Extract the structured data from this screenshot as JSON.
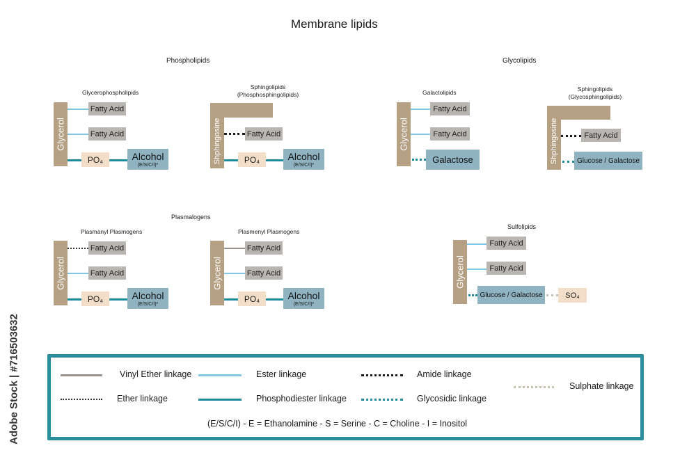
{
  "title": "Membrane lipids",
  "sections": {
    "phospholipids": "Phospholipids",
    "glycolipids": "Glycolipids",
    "plasmalogens": "Plasmalogens",
    "sulfolipids": "Sulfolipids"
  },
  "diagrams": {
    "glycerophospholipids": {
      "title": "Glycerophospholipids",
      "backbone": "Glycerol",
      "fa1": "Fatty Acid",
      "fa2": "Fatty Acid",
      "po4": "PO₄",
      "alcohol": "Alcohol",
      "alcohol_sub": "(E/S/C/I)*"
    },
    "sphingolipids_phospho": {
      "title_line1": "Sphingolipids",
      "title_line2": "(Phosphosphingolipids)",
      "backbone": "Shphingosine",
      "fa": "Fatty Acid",
      "po4": "PO₄",
      "alcohol": "Alcohol",
      "alcohol_sub": "(E/S/C/I)*"
    },
    "galactolipids": {
      "title": "Galactolipids",
      "backbone": "Glycerol",
      "fa1": "Fatty Acid",
      "fa2": "Fatty Acid",
      "sugar": "Galactose"
    },
    "sphingolipids_glyco": {
      "title_line1": "Sphingolipids",
      "title_line2": "(Glycosphingolipids)",
      "backbone": "Shphingosine",
      "fa": "Fatty Acid",
      "sugar": "Glucose / Galactose"
    },
    "plasmanyl": {
      "title": "Plasmanyl Plasmogens",
      "backbone": "Glycerol",
      "fa1": "Fatty Acid",
      "fa2": "Fatty Acid",
      "po4": "PO₄",
      "alcohol": "Alcohol",
      "alcohol_sub": "(E/S/C/I)*"
    },
    "plasmenyl": {
      "title": "Plasmenyl Plasmogens",
      "backbone": "Glycerol",
      "fa1": "Fatty Acid",
      "fa2": "Fatty Acid",
      "po4": "PO₄",
      "alcohol": "Alcohol",
      "alcohol_sub": "(E/S/C/I)*"
    },
    "sulfolipids": {
      "backbone": "Glycerol",
      "fa1": "Fatty Acid",
      "fa2": "Fatty Acid",
      "sugar": "Glucose / Galactose",
      "so4": "SO₄"
    }
  },
  "legend": {
    "vinyl_ether": "Vinyl Ether linkage",
    "ester": "Ester linkage",
    "amide": "Amide linkage",
    "sulphate": "Sulphate linkage",
    "ether": "Ether linkage",
    "phosphodiester": "Phosphodiester linkage",
    "glycosidic": "Glycosidic linkage",
    "footnote": "(E/S/C/I)  -  E = Ethanolamine  -  S = Serine  -  C = Choline  -  I = Inositol"
  },
  "colors": {
    "backbone": "#b5a084",
    "fatty_acid": "#b9b5b1",
    "po4": "#f3dfc9",
    "alcohol": "#8fb3c1",
    "ester": "#7ec8e6",
    "phosphodiester": "#1f8a9a",
    "vinyl_ether": "#9a938b",
    "legend_border": "#2a8e9c"
  },
  "side_text": "Adobe Stock | #716503632"
}
